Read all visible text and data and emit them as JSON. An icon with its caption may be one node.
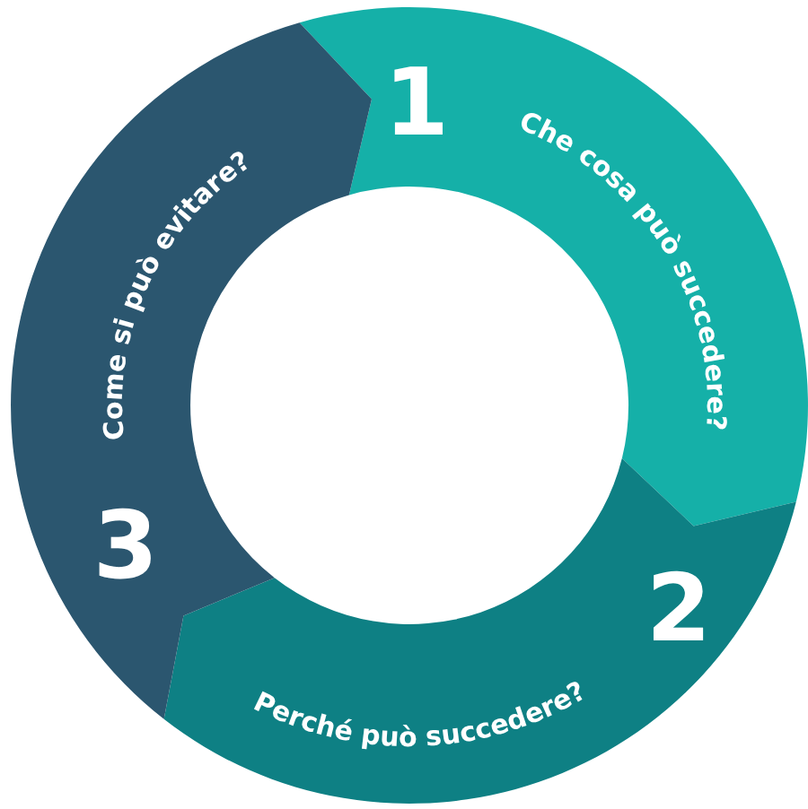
{
  "diagram": {
    "nodes": [
      {
        "text": [
          "1",
          "Che cosa può succedere?"
        ]
      },
      {
        "text": [
          "2",
          "Perché può succedere?"
        ]
      },
      {
        "text": [
          "Come si può evitare?",
          "3"
        ]
      }
    ]
  }
}
